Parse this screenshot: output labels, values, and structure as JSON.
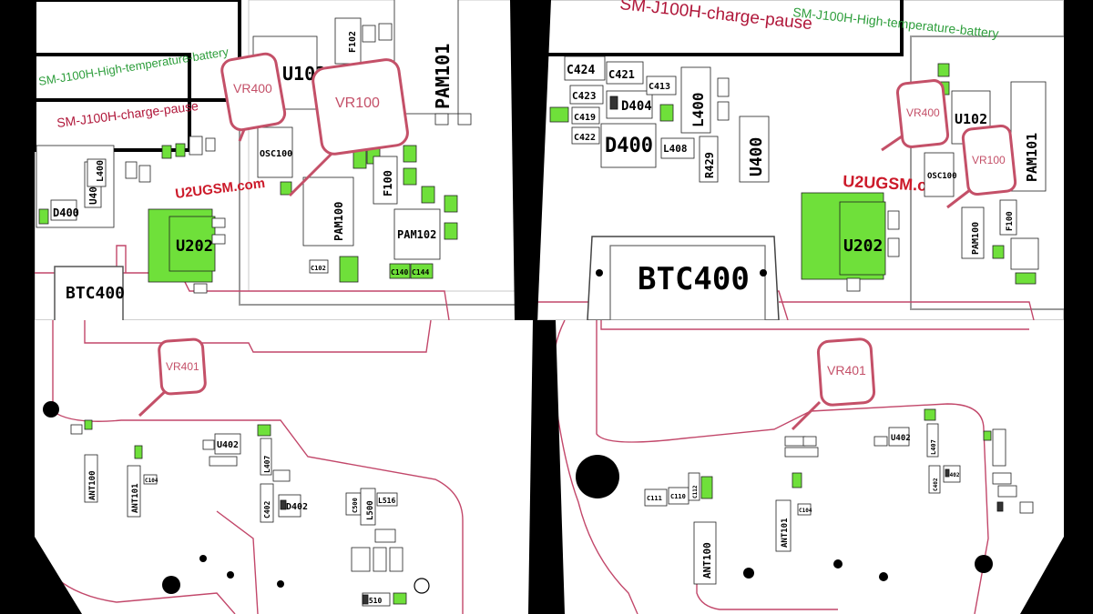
{
  "device": {
    "temp_label": "SM-J100H-High-temperature-battery",
    "pause_label": "SM-J100H-charge-pause"
  },
  "callouts": {
    "vr400": "VR400",
    "vr100": "VR100",
    "vr401": "VR401"
  },
  "watermark": "U2UGSM.com",
  "components": {
    "btc400": "BTC400",
    "u202": "U202",
    "u102": "U102",
    "pam101": "PAM101",
    "pam100": "PAM100",
    "pam102": "PAM102",
    "d400": "D400",
    "d404": "D404",
    "l400": "L400",
    "u400": "U400",
    "u402": "U402",
    "l407": "L407",
    "c402": "C402",
    "d402": "D402",
    "ant100": "ANT100",
    "ant101": "ANT101",
    "osc100": "OSC100",
    "f100": "F100",
    "f102": "F102",
    "c424": "C424",
    "c421": "C421",
    "c423": "C423",
    "c419": "C419",
    "c422": "C422",
    "r429": "R429",
    "l408": "L408",
    "c413": "C413",
    "c144": "C144",
    "c140": "C140",
    "c102": "C102",
    "c111": "C111",
    "c110": "C110",
    "c112": "C112",
    "c104": "C104",
    "l500": "L500",
    "l516": "L516",
    "l510": "L510",
    "c500": "C500"
  },
  "colors": {
    "green_part": "#6fe03a",
    "outline": "#c2476a",
    "callout": "#c45068",
    "watermark": "#cc1a2a",
    "temp_text": "#2e9e3c",
    "pause_text": "#b0173a"
  }
}
